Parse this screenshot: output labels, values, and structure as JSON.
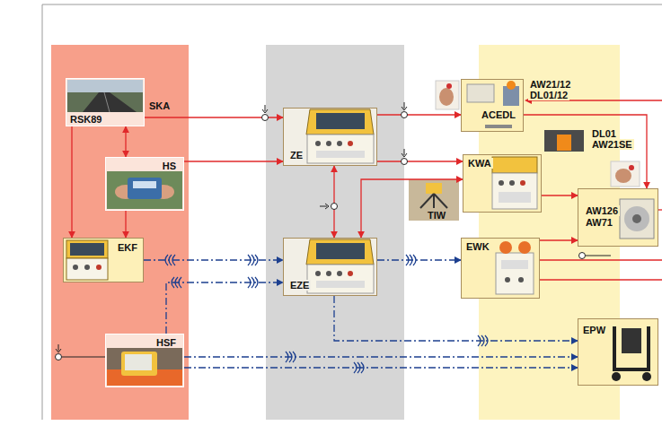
{
  "diagram": {
    "nodes": [
      {
        "text": [
          "RSK89",
          "SKA"
        ]
      },
      {
        "text": [
          "HS"
        ]
      },
      {
        "text": [
          "EKF"
        ]
      },
      {
        "text": [
          "HSF"
        ]
      },
      {
        "text": [
          "ZE"
        ]
      },
      {
        "text": [
          "EZE"
        ]
      },
      {
        "text": [
          "ACEDL",
          "AW21/12",
          "DL01/12"
        ]
      },
      {
        "text": [
          "KWA"
        ]
      },
      {
        "text": [
          "AW126",
          "AW71"
        ]
      },
      {
        "text": [
          "EWK"
        ]
      },
      {
        "text": [
          "EPW"
        ]
      }
    ],
    "edges": [
      {
        "from": 0,
        "to": 4,
        "arrow": "to"
      },
      {
        "from": 0,
        "to": 1,
        "arrow": "both"
      },
      {
        "from": 0,
        "to": 2,
        "arrow": "to"
      },
      {
        "from": 1,
        "to": 2,
        "arrow": "to"
      },
      {
        "from": 1,
        "to": 4,
        "arrow": "to"
      },
      {
        "from": 4,
        "to": 5,
        "arrow": "both"
      },
      {
        "from": 4,
        "to": 6,
        "arrow": "to"
      },
      {
        "from": 4,
        "to": 7,
        "arrow": "to"
      },
      {
        "from": 7,
        "to": 5,
        "arrow": "both"
      },
      {
        "from": 6,
        "to": 8,
        "arrow": "to"
      },
      {
        "from": 7,
        "to": 8,
        "arrow": "to"
      },
      {
        "from": 9,
        "to": 8,
        "arrow": "to"
      },
      {
        "from": 2,
        "to": 5,
        "arrow": "to"
      },
      {
        "from": 3,
        "to": 5,
        "arrow": "to"
      },
      {
        "from": 5,
        "to": 9,
        "arrow": "to"
      },
      {
        "from": 5,
        "to": 10,
        "arrow": "to"
      },
      {
        "from": 3,
        "to": 10,
        "arrow": "to"
      },
      {
        "from": 3,
        "to": 10,
        "arrow": "to"
      }
    ],
    "labels": [
      "DL01",
      "AW21SE",
      "TIW"
    ]
  }
}
